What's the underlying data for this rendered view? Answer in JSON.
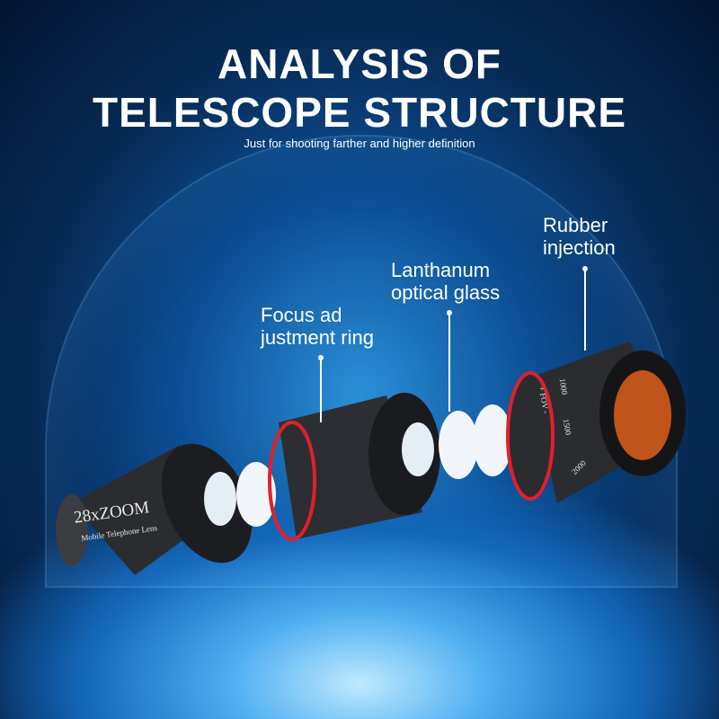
{
  "title_line1": "ANALYSIS OF",
  "title_line2": "TELESCOPE STRUCTURE",
  "subtitle": "Just for shooting farther and higher definition",
  "labels": {
    "focus_ring": [
      "Focus ad",
      "justment ring"
    ],
    "lanthanum": [
      "Lanthanum",
      "optical glass"
    ],
    "rubber": [
      "Rubber",
      "injection"
    ]
  },
  "lens_markings": {
    "zoom": "28xZOOM",
    "product": "Mobile Telephone Lens",
    "fov": "+ FOV -",
    "scale": [
      "1000",
      "1500",
      "2000"
    ]
  },
  "colors": {
    "accent_red": "#e0202a",
    "body": "#2a2c30"
  }
}
